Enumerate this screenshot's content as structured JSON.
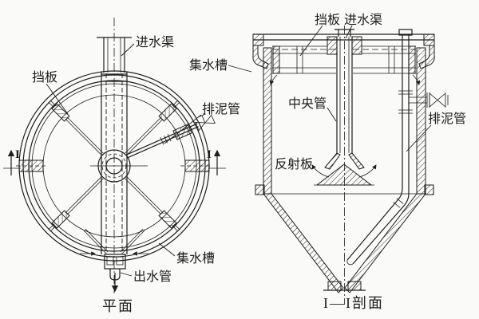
{
  "meta": {
    "background_color": "#fafaf8",
    "ink_color": "#1d1d1d",
    "figure_type": "sedimentation tank engineering drawing"
  },
  "plan": {
    "caption": "平面",
    "marker_left": "I",
    "marker_right": "I",
    "labels": {
      "inlet_channel": "进水渠",
      "baffle": "挡板",
      "sludge_pipe": "排泥管",
      "collection_trough": "集水槽",
      "outlet_pipe": "出水管"
    }
  },
  "section": {
    "caption": "I—I剖面",
    "labels": {
      "baffle": "挡板",
      "inlet_channel": "进水渠",
      "collection_trough": "集水槽",
      "central_pipe": "中央管",
      "sludge_pipe": "排泥管",
      "reflector_plate": "反射板"
    }
  }
}
